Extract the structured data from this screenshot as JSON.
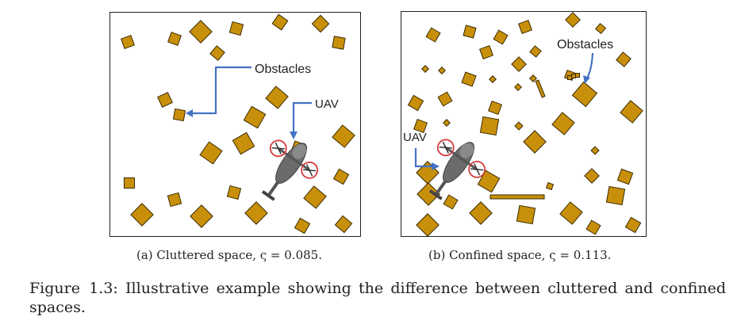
{
  "panels": [
    {
      "id": "a",
      "caption": "(a) Cluttered space, ς = 0.085.",
      "labels": {
        "obstacles": "Obstacles",
        "uav": "UAV"
      }
    },
    {
      "id": "b",
      "caption": "(b) Confined space, ς = 0.113.",
      "labels": {
        "obstacles": "Obstacles",
        "uav": "UAV"
      }
    }
  ],
  "figure_caption": {
    "label": "Figure 1.3:",
    "text": "Illustrative example showing the difference between cluttered and confined spaces."
  },
  "colors": {
    "obstacle_fill": "#C8900A",
    "obstacle_stroke": "#3a2a00",
    "arrow": "#4472C4",
    "rotor_ring": "#D43F3F",
    "uav_body": "#6b6b6b",
    "frame": "#222222"
  },
  "icons": {
    "uav": "quadrotor-helicopter-icon",
    "obstacle": "square-block-icon",
    "arrow": "arrow-icon"
  }
}
